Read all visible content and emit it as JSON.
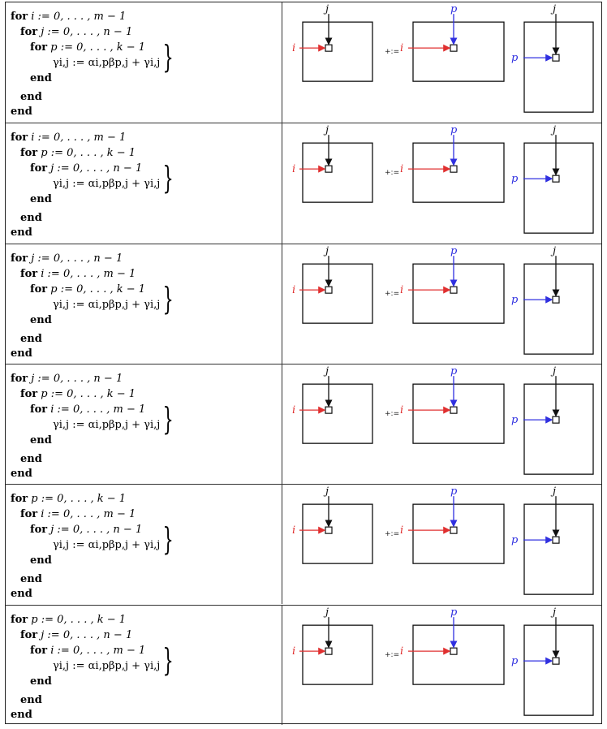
{
  "colors": {
    "i_arrow": "#e03030",
    "p_arrow": "#3030e0",
    "j_arrow": "#111111"
  },
  "keywords": {
    "for": "for",
    "end": "end"
  },
  "operator": "+:=",
  "statement": "γi,j := αi,pβp,j + γi,j",
  "labels": {
    "i": "i",
    "j": "j",
    "p": "p"
  },
  "rows": [
    {
      "loops": [
        {
          "var": "i",
          "range": "0, . . . , m − 1"
        },
        {
          "var": "j",
          "range": "0, . . . , n − 1"
        },
        {
          "var": "p",
          "range": "0, . . . , k − 1"
        }
      ]
    },
    {
      "loops": [
        {
          "var": "i",
          "range": "0, . . . , m − 1"
        },
        {
          "var": "p",
          "range": "0, . . . , k − 1"
        },
        {
          "var": "j",
          "range": "0, . . . , n − 1"
        }
      ]
    },
    {
      "loops": [
        {
          "var": "j",
          "range": "0, . . . , n − 1"
        },
        {
          "var": "i",
          "range": "0, . . . , m − 1"
        },
        {
          "var": "p",
          "range": "0, . . . , k − 1"
        }
      ]
    },
    {
      "loops": [
        {
          "var": "j",
          "range": "0, . . . , n − 1"
        },
        {
          "var": "p",
          "range": "0, . . . , k − 1"
        },
        {
          "var": "i",
          "range": "0, . . . , m − 1"
        }
      ]
    },
    {
      "loops": [
        {
          "var": "p",
          "range": "0, . . . , k − 1"
        },
        {
          "var": "i",
          "range": "0, . . . , m − 1"
        },
        {
          "var": "j",
          "range": "0, . . . , n − 1"
        }
      ]
    },
    {
      "loops": [
        {
          "var": "p",
          "range": "0, . . . , k − 1"
        },
        {
          "var": "j",
          "range": "0, . . . , n − 1"
        },
        {
          "var": "i",
          "range": "0, . . . , m − 1"
        }
      ]
    }
  ]
}
